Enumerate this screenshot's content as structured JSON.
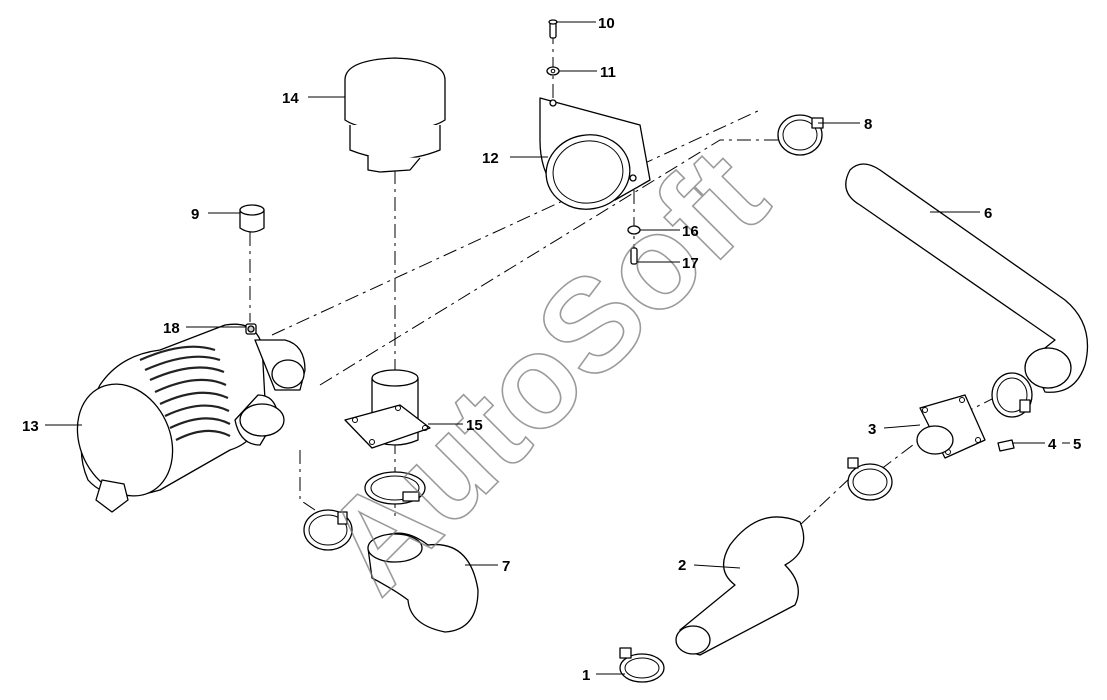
{
  "diagram": {
    "watermark": "AutoSoft",
    "callouts": {
      "c1": "1",
      "c2": "2",
      "c3": "3",
      "c4": "4",
      "c5": "5",
      "c6": "6",
      "c7": "7",
      "c8": "8",
      "c9": "9",
      "c10": "10",
      "c11": "11",
      "c12": "12",
      "c13": "13",
      "c14": "14",
      "c15": "15",
      "c16": "16",
      "c17": "17",
      "c18": "18"
    },
    "colors": {
      "line": "#000000",
      "background": "#ffffff",
      "watermark": "#7a7a7a"
    }
  }
}
